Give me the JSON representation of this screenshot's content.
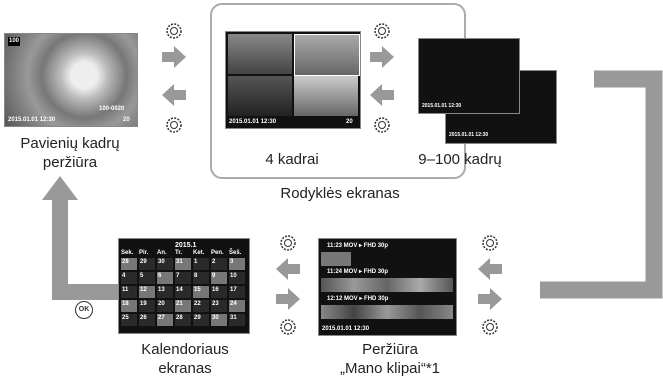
{
  "nodes": {
    "single": "Pavienių kadrų\nperžiūra",
    "four": "4 kadrai",
    "many": "9–100 kadrų",
    "index_group": "Rodyklės ekranas",
    "calendar": "Kalendoriaus\nekranas",
    "myclips": "Peržiūra\n„Mano klipai“*1",
    "ok_button": "OK"
  },
  "screens": {
    "single": {
      "top_badge": "100",
      "counter": "100-0020",
      "datetime": "2015.01.01 12:30",
      "frame_no": "20"
    },
    "four": {
      "datetime": "2015.01.01 12:30",
      "frame_no": "20"
    },
    "many": {
      "datetime": "2015.01.01 12:30",
      "datetime_back": "2015.01.01 12:30"
    },
    "myclips": {
      "rows": [
        "11:23 MOV ▸ FHD 30p",
        "11:24 MOV ▸ FHD 30p",
        "12:12 MOV ▸ FHD 30p"
      ],
      "datetime": "2015.01.01 12:30"
    },
    "calendar": {
      "title": "2015.1",
      "weekdays": [
        "Sek.",
        "Pir.",
        "An.",
        "Tr.",
        "Ket.",
        "Pen.",
        "Šeš."
      ],
      "day_labels": [
        "28",
        "29",
        "30",
        "31",
        "1",
        "2",
        "3",
        "4",
        "5",
        "6",
        "7",
        "8",
        "9",
        "10",
        "11",
        "12",
        "13",
        "14",
        "15",
        "16",
        "17",
        "18",
        "19",
        "20",
        "21",
        "22",
        "23",
        "24",
        "25",
        "26",
        "27",
        "28",
        "29",
        "30",
        "31"
      ]
    }
  },
  "colors": {
    "arrow": "#999999",
    "frame": "#999999",
    "screen": "#111111"
  },
  "icons": {
    "dial": "command-dial-icon",
    "ok": "ok-button-icon"
  }
}
